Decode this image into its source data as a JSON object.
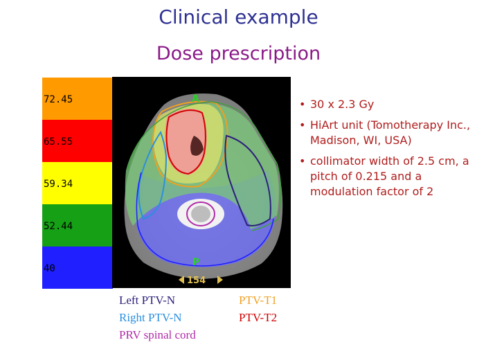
{
  "slide": {
    "title": "Clinical example",
    "subtitle": "Dose prescription"
  },
  "dose_legend": [
    {
      "value": "72.45",
      "color": "#ff9a00"
    },
    {
      "value": "65.55",
      "color": "#ff0000"
    },
    {
      "value": "59.34",
      "color": "#ffff00"
    },
    {
      "value": "52.44",
      "color": "#16a016"
    },
    {
      "value": "40",
      "color": "#1f1fff"
    }
  ],
  "ct_image": {
    "anterior_marker": "A",
    "posterior_marker": "P",
    "slice_number": "154"
  },
  "bullets": [
    "30 x 2.3 Gy",
    "HiArt unit (Tomotherapy Inc., Madison, WI, USA)",
    "collimator width of 2.5 cm, a pitch of 0.215 and a modulation factor of 2"
  ],
  "structure_legend": [
    {
      "label": "Left PTV-N",
      "color": "#2b1f7a"
    },
    {
      "label": "Right PTV-N",
      "color": "#2a8fe0"
    },
    {
      "label": "PRV spinal cord",
      "color": "#b02aa8"
    },
    {
      "label": "PTV-T1",
      "color": "#f0a020"
    },
    {
      "label": "PTV-T2",
      "color": "#d00000"
    }
  ]
}
